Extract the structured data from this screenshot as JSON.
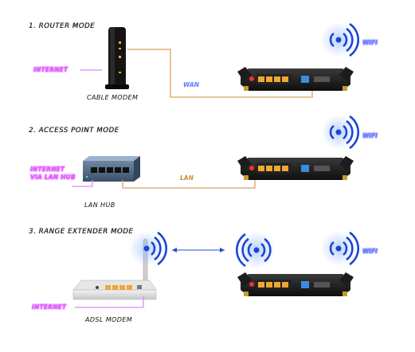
{
  "sections": [
    {
      "title": "1. ROUTER MODE",
      "modem_label": "CABLE MODEM",
      "source_label": "INTERNET",
      "link_label": "WAN",
      "wifi_label": "WIFI"
    },
    {
      "title": "2. ACCESS POINT MODE",
      "modem_label": "LAN HUB",
      "source_label_1": "INTERNET",
      "source_label_2": "VIA LAN HUB",
      "link_label": "LAN",
      "wifi_label": "WIFI"
    },
    {
      "title": "3. RANGE EXTENDER MODE",
      "modem_label": "ADSL MODEM",
      "source_label": "INTERNET",
      "wifi_label": "WIFI"
    }
  ],
  "colors": {
    "internet": "#e86bff",
    "wan_text": "#5a7bff",
    "wan_line": "#d8a060",
    "lan_text": "#d08a30",
    "wifi_wave": "#1a44d8",
    "wireless_link": "#1e4fc8"
  }
}
